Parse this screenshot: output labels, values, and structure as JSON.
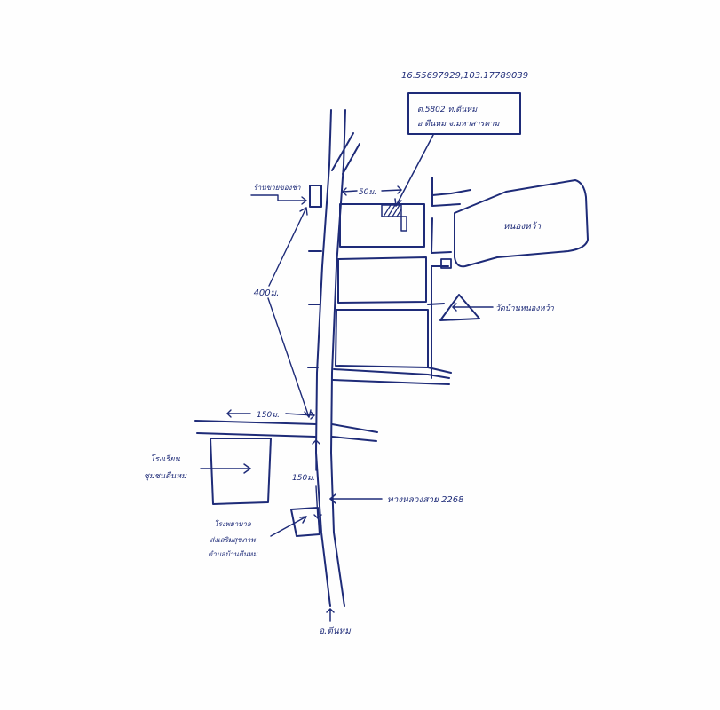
{
  "map": {
    "coordinates": "16.55697929,103.17789039",
    "plot_label": {
      "line1": "ต.5802 ท.ตีนหม",
      "line2": "อ.ตีนหม จ.มหาสารคาม"
    },
    "dist_top": "50ม.",
    "dist_vertical": "400ม.",
    "dist_horizontal": "150ม.",
    "dist_lower": "150ม.",
    "pond_label": "หนองหว้า",
    "temple_label": "วัดบ้านหนองหว้า",
    "top_left_label": "ร้านขายของชำ",
    "hospital_label": {
      "line1": "โรงเรียน",
      "line2": "ชุมชนตีนหม"
    },
    "school_label": {
      "line1": "โรงพยาบาล",
      "line2": "ส่งเสริมสุขภาพ",
      "line3": "ตำบลบ้านตีนหม"
    },
    "highway_label": "ทางหลวงสาย 2268",
    "bottom_label": "อ.ตีนหม",
    "colors": {
      "ink": "#1e2b78",
      "paper": "#fefefe"
    }
  }
}
